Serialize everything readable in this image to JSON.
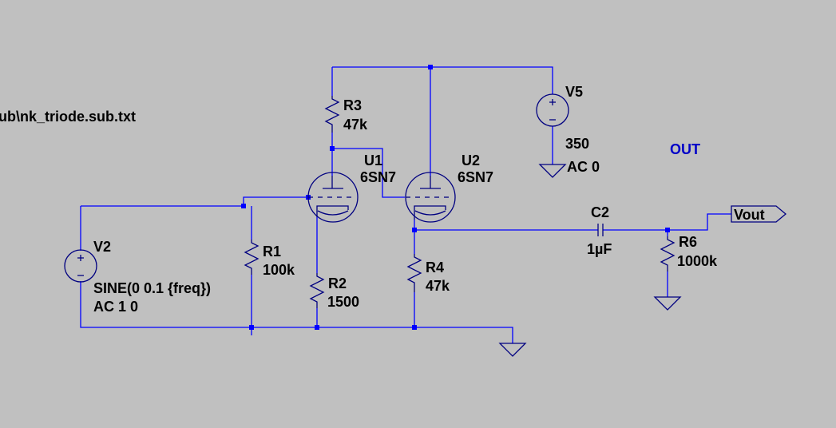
{
  "directive": "ub\\nk_triode.sub.txt",
  "net_label": "OUT",
  "components": {
    "r1": {
      "name": "R1",
      "value": "100k"
    },
    "r2": {
      "name": "R2",
      "value": "1500"
    },
    "r3": {
      "name": "R3",
      "value": "47k"
    },
    "r4": {
      "name": "R4",
      "value": "47k"
    },
    "r6": {
      "name": "R6",
      "value": "1000k"
    },
    "c2": {
      "name": "C2",
      "value": "1µF"
    },
    "u1": {
      "name": "U1",
      "value": "6SN7"
    },
    "u2": {
      "name": "U2",
      "value": "6SN7"
    },
    "v2": {
      "name": "V2",
      "value": "SINE(0 0.1 {freq})",
      "ac": "AC 1 0"
    },
    "v5": {
      "name": "V5",
      "value": "350",
      "ac": "AC 0"
    }
  },
  "port": {
    "label": "Vout"
  },
  "colors": {
    "background": "#c0c0c0",
    "wire": "#0000ff",
    "component": "#000080",
    "text": "#000000",
    "net_label": "#0000c8"
  }
}
